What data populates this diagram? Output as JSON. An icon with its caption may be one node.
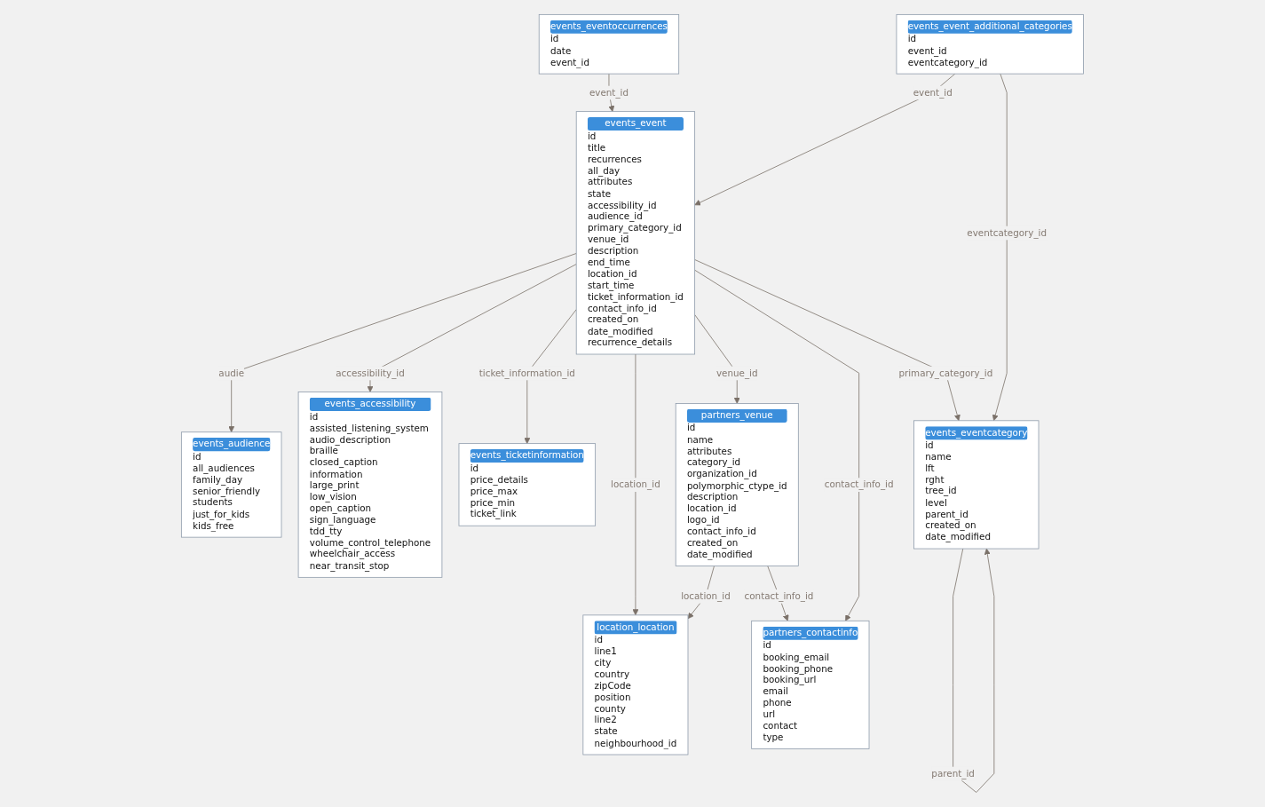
{
  "diagram": {
    "nodes": [
      {
        "text": [
          "events_audience",
          "id",
          "all_audiences",
          "family_day",
          "senior_friendly",
          "students",
          "just_for_kids",
          "kids_free"
        ]
      },
      {
        "text": [
          "events_accessibility",
          "id",
          "assisted_listening_system",
          "audio_description",
          "braille",
          "closed_caption",
          "information",
          "large_print",
          "low_vision",
          "open_caption",
          "sign_language",
          "tdd_tty",
          "volume_control_telephone",
          "wheelchair_access",
          "near_transit_stop"
        ]
      },
      {
        "text": [
          "partners_venue",
          "id",
          "name",
          "attributes",
          "category_id",
          "organization_id",
          "polymorphic_ctype_id",
          "description",
          "location_id",
          "logo_id",
          "contact_info_id",
          "created_on",
          "date_modified"
        ]
      },
      {
        "text": [
          "location_location",
          "id",
          "line1",
          "city",
          "country",
          "zipCode",
          "position",
          "county",
          "line2",
          "state",
          "neighbourhood_id"
        ]
      },
      {
        "text": [
          "events_event",
          "id",
          "title",
          "recurrences",
          "all_day",
          "attributes",
          "state",
          "accessibility_id",
          "audience_id",
          "primary_category_id",
          "venue_id",
          "description",
          "end_time",
          "location_id",
          "start_time",
          "ticket_information_id",
          "contact_info_id",
          "created_on",
          "date_modified",
          "recurrence_details"
        ]
      },
      {
        "text": [
          "events_eventcategory",
          "id",
          "name",
          "lft",
          "rght",
          "tree_id",
          "level",
          "parent_id",
          "created_on",
          "date_modified"
        ]
      },
      {
        "text": [
          "events_eventoccurrences",
          "id",
          "date",
          "event_id"
        ]
      },
      {
        "text": [
          "partners_contactinfo",
          "id",
          "booking_email",
          "booking_phone",
          "booking_url",
          "email",
          "phone",
          "url",
          "contact",
          "type"
        ]
      },
      {
        "text": [
          "events_ticketinformation",
          "id",
          "price_details",
          "price_max",
          "price_min",
          "ticket_link"
        ]
      },
      {
        "text": [
          "events_event_additional_categories",
          "id",
          "event_id",
          "eventcategory_id"
        ]
      }
    ],
    "edges": [
      {
        "from": 6,
        "to": 4,
        "arrow": "to",
        "label": "event_id"
      },
      {
        "from": 9,
        "to": 4,
        "arrow": "to",
        "label": "event_id"
      },
      {
        "from": 4,
        "to": 0,
        "arrow": "to",
        "label": "audie"
      },
      {
        "from": 4,
        "to": 1,
        "arrow": "to",
        "label": "accessibility_id"
      },
      {
        "from": 4,
        "to": 8,
        "arrow": "to",
        "label": "ticket_information_id"
      },
      {
        "from": 4,
        "to": 3,
        "arrow": "to",
        "label": "location_id"
      },
      {
        "from": 4,
        "to": 2,
        "arrow": "to",
        "label": "venue_id"
      },
      {
        "from": 4,
        "to": 7,
        "arrow": "to",
        "label": "contact_info_id"
      },
      {
        "from": 4,
        "to": 5,
        "arrow": "to",
        "label": "primary_category_id"
      },
      {
        "from": 2,
        "to": 3,
        "arrow": "to",
        "label": "location_id"
      },
      {
        "from": 2,
        "to": 7,
        "arrow": "to",
        "label": "contact_info_id"
      },
      {
        "from": 9,
        "to": 5,
        "arrow": "to",
        "label": "eventcategory_id"
      },
      {
        "from": 5,
        "to": 5,
        "arrow": "to",
        "label": "parent_id"
      }
    ]
  }
}
